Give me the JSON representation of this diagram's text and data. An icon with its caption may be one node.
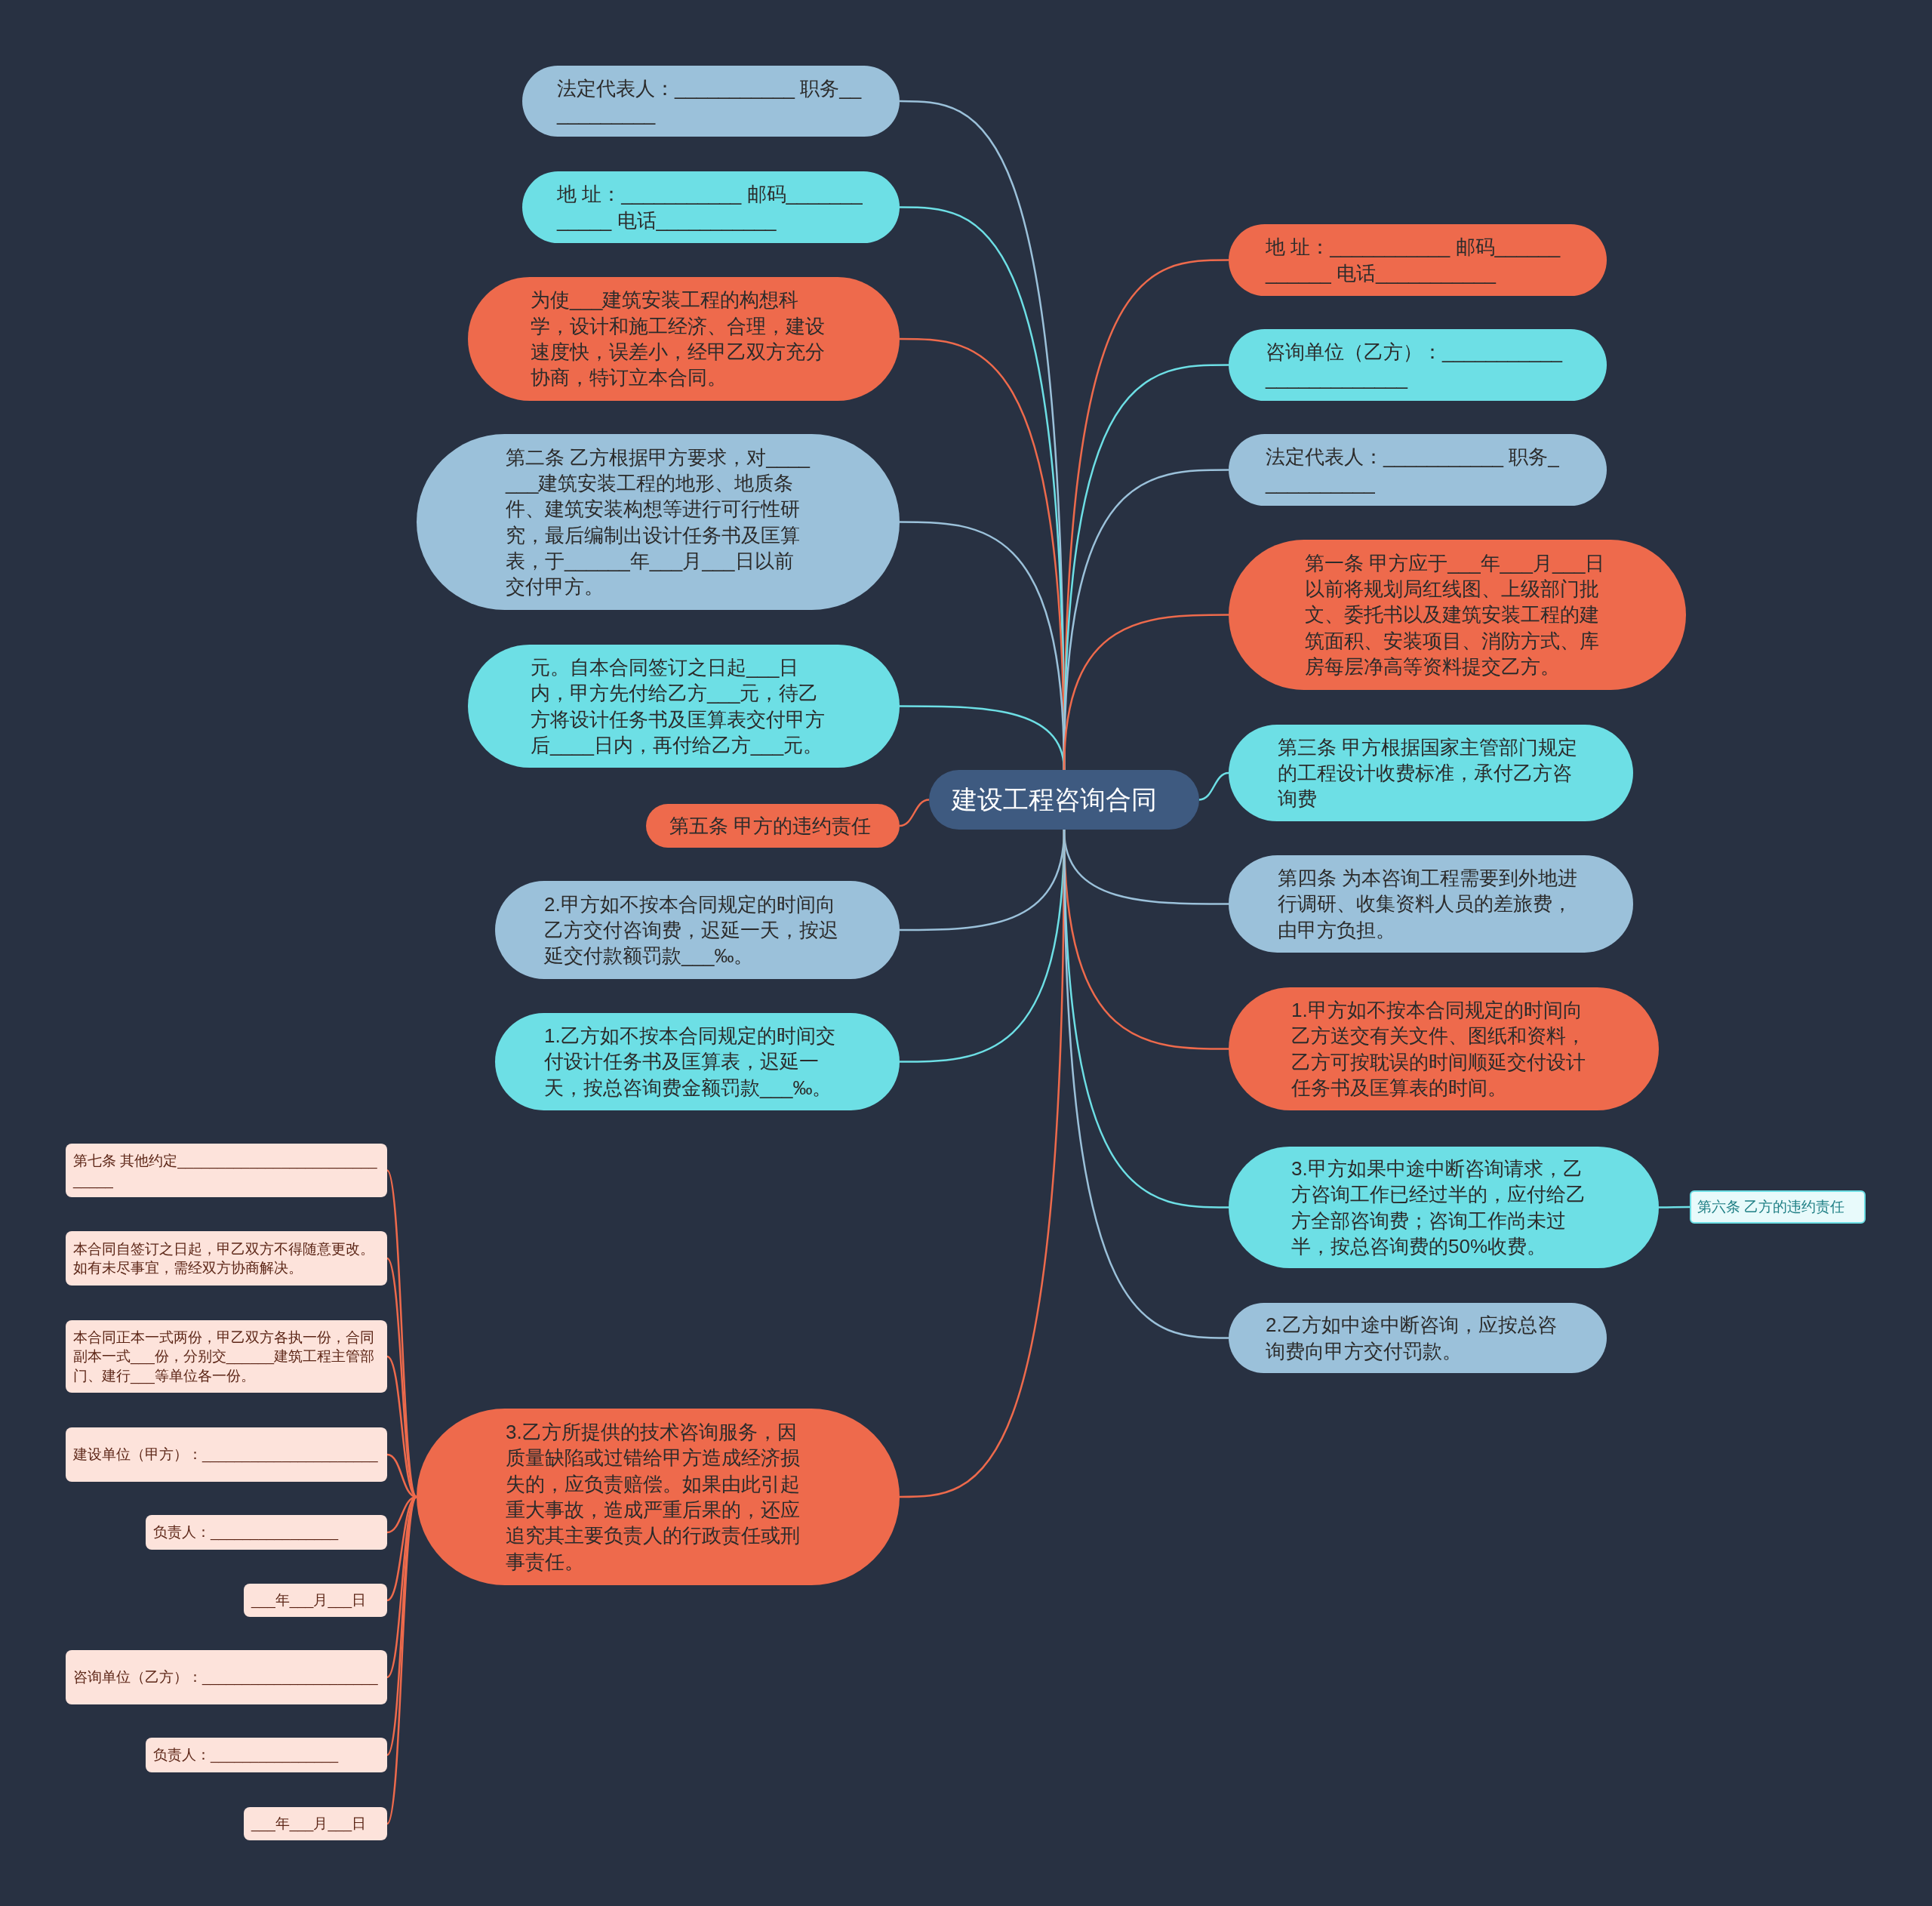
{
  "diagram": {
    "nodes": [
      {
        "text": [
          "建设工程咨询合同"
        ]
      },
      {
        "text": [
          "法定代表人：___________ 职务___________"
        ]
      },
      {
        "text": [
          "地 址：___________ 邮码____________ 电话___________"
        ]
      },
      {
        "text": [
          "为使___建筑安装工程的构想科学，设计和施工经济、合理，建设速度快，误差小，经甲乙双方充分协商，特订立本合同。"
        ]
      },
      {
        "text": [
          "第二条 乙方根据甲方要求，对_______建筑安装工程的地形、地质条件、建筑安装构想等进行可行性研究，最后编制出设计任务书及匡算表，于______年___月___日以前交付甲方。"
        ]
      },
      {
        "text": [
          "元。自本合同签订之日起___日内，甲方先付给乙方___元，待乙方将设计任务书及匡算表交付甲方后____日内，再付给乙方___元。"
        ]
      },
      {
        "text": [
          "第五条 甲方的违约责任"
        ]
      },
      {
        "text": [
          "2.甲方如不按本合同规定的时间向乙方交付咨询费，迟延一天，按迟延交付款额罚款___‰。"
        ]
      },
      {
        "text": [
          "1.乙方如不按本合同规定的时间交付设计任务书及匡算表，迟延一天，按总咨询费金额罚款___‰。"
        ]
      },
      {
        "text": [
          "3.乙方所提供的技术咨询服务，因质量缺陷或过错给甲方造成经济损失的，应负责赔偿。如果由此引起重大事故，造成严重后果的，还应追究其主要负责人的行政责任或刑事责任。"
        ]
      },
      {
        "text": [
          "第七条 其他约定______________________________"
        ]
      },
      {
        "text": [
          "本合同自签订之日起，甲乙双方不得随意更改。如有未尽事宜，需经双方协商解决。"
        ]
      },
      {
        "text": [
          "本合同正本一式两份，甲乙双方各执一份，合同副本一式___份，分别交______建筑工程主管部门、建行___等单位各一份。"
        ]
      },
      {
        "text": [
          "建设单位（甲方）：______________________"
        ]
      },
      {
        "text": [
          "负责人：________________"
        ]
      },
      {
        "text": [
          "___年___月___日"
        ]
      },
      {
        "text": [
          "咨询单位（乙方）：______________________"
        ]
      },
      {
        "text": [
          "负责人：________________"
        ]
      },
      {
        "text": [
          "___年___月___日"
        ]
      },
      {
        "text": [
          "地 址：___________ 邮码____________ 电话___________"
        ]
      },
      {
        "text": [
          "咨询单位（乙方）：________________________"
        ]
      },
      {
        "text": [
          "法定代表人：___________ 职务___________"
        ]
      },
      {
        "text": [
          "第一条 甲方应于___年___月___日以前将规划局红线图、上级部门批文、委托书以及建筑安装工程的建筑面积、安装项目、消防方式、库房每层净高等资料提交乙方。"
        ]
      },
      {
        "text": [
          "第三条 甲方根据国家主管部门规定的工程设计收费标准，承付乙方咨询费"
        ]
      },
      {
        "text": [
          "第四条 为本咨询工程需要到外地进行调研、收集资料人员的差旅费，由甲方负担。"
        ]
      },
      {
        "text": [
          "1.甲方如不按本合同规定的时间向乙方送交有关文件、图纸和资料，乙方可按耽误的时间顺延交付设计任务书及匡算表的时间。"
        ]
      },
      {
        "text": [
          "3.甲方如果中途中断咨询请求，乙方咨询工作已经过半的，应付给乙方全部咨询费；咨询工作尚未过半，按总咨询费的50%收费。"
        ]
      },
      {
        "text": [
          "第六条 乙方的违约责任"
        ]
      },
      {
        "text": [
          "2.乙方如中途中断咨询，应按总咨询费向甲方交付罚款。"
        ]
      }
    ],
    "edges": [
      {
        "from": 0,
        "to": 1,
        "arrow": "none",
        "color": "#9bc1da"
      },
      {
        "from": 0,
        "to": 2,
        "arrow": "none",
        "color": "#6ddfe5"
      },
      {
        "from": 0,
        "to": 3,
        "arrow": "none"
      },
      {
        "from": 0,
        "to": 4,
        "arrow": "none",
        "color": "#9bc1da"
      },
      {
        "from": 0,
        "to": 5,
        "arrow": "none",
        "color": "#6ddfe5"
      },
      {
        "from": 0,
        "to": 6,
        "arrow": "none"
      },
      {
        "from": 0,
        "to": 7,
        "arrow": "none",
        "color": "#9bc1da"
      },
      {
        "from": 0,
        "to": 8,
        "arrow": "none",
        "color": "#6ddfe5"
      },
      {
        "from": 0,
        "to": 9,
        "arrow": "none"
      },
      {
        "from": 9,
        "to": 10,
        "arrow": "none"
      },
      {
        "from": 9,
        "to": 11,
        "arrow": "none"
      },
      {
        "from": 9,
        "to": 12,
        "arrow": "none"
      },
      {
        "from": 9,
        "to": 13,
        "arrow": "none"
      },
      {
        "from": 9,
        "to": 14,
        "arrow": "none"
      },
      {
        "from": 9,
        "to": 15,
        "arrow": "none"
      },
      {
        "from": 9,
        "to": 16,
        "arrow": "none"
      },
      {
        "from": 9,
        "to": 17,
        "arrow": "none"
      },
      {
        "from": 9,
        "to": 18,
        "arrow": "none"
      },
      {
        "from": 0,
        "to": 19,
        "arrow": "none"
      },
      {
        "from": 0,
        "to": 20,
        "arrow": "none",
        "color": "#6ddfe5"
      },
      {
        "from": 0,
        "to": 21,
        "arrow": "none",
        "color": "#9bc1da"
      },
      {
        "from": 0,
        "to": 22,
        "arrow": "none"
      },
      {
        "from": 0,
        "to": 23,
        "arrow": "none",
        "color": "#6ddfe5"
      },
      {
        "from": 0,
        "to": 24,
        "arrow": "none",
        "color": "#9bc1da"
      },
      {
        "from": 0,
        "to": 25,
        "arrow": "none"
      },
      {
        "from": 0,
        "to": 26,
        "arrow": "none",
        "color": "#6ddfe5"
      },
      {
        "from": 26,
        "to": 27,
        "arrow": "none",
        "color": "#6ddfe5"
      },
      {
        "from": 0,
        "to": 28,
        "arrow": "none",
        "color": "#9bc1da"
      }
    ]
  }
}
